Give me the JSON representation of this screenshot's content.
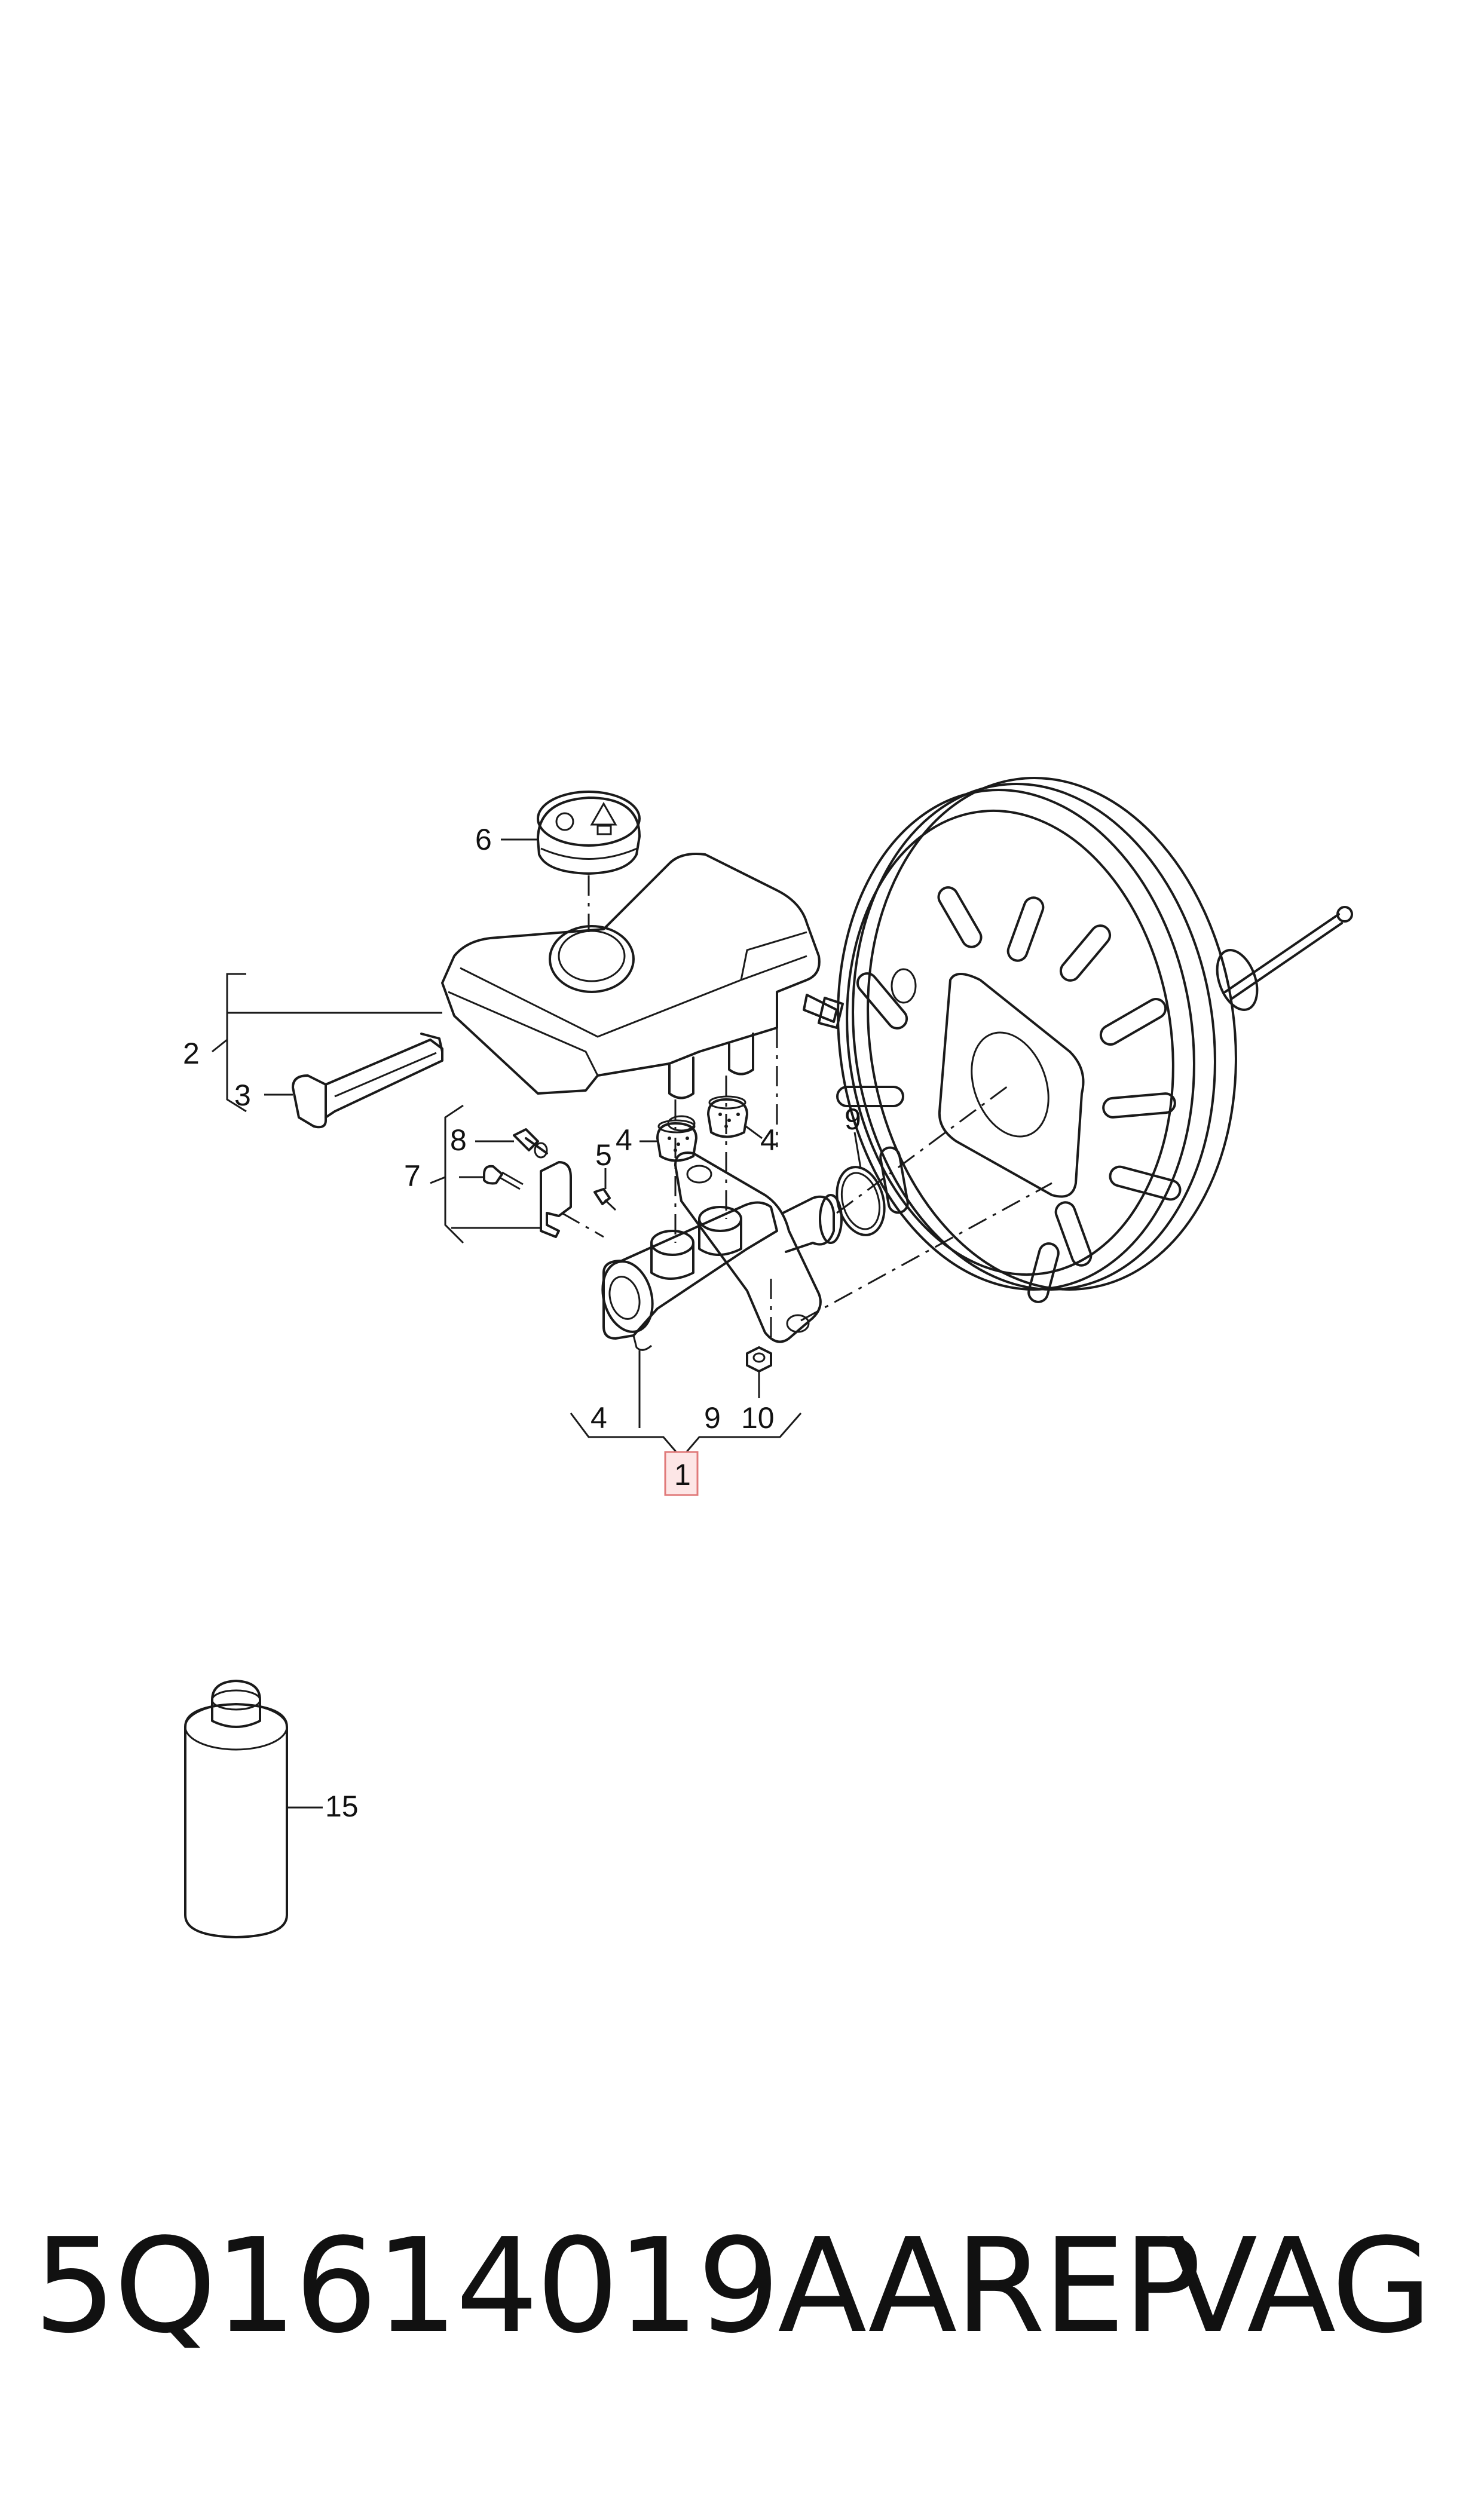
{
  "callouts": {
    "c1": "1",
    "c2": "2",
    "c3": "3",
    "c4a": "4",
    "c4b": "4",
    "c4c": "4",
    "c5": "5",
    "c6": "6",
    "c7": "7",
    "c8": "8",
    "c9a": "9",
    "c9b": "9",
    "c10": "10",
    "c15": "15"
  },
  "footer": {
    "part_number": "5Q1614019AAREP",
    "brand": "VAG"
  },
  "colors": {
    "line": "#1a1a1a",
    "highlight_fill": "#fde6e6",
    "highlight_stroke": "#e07a7a"
  },
  "icons": {
    "cap_symbols": [
      "warning-triangle-icon",
      "brake-fluid-icon"
    ]
  }
}
